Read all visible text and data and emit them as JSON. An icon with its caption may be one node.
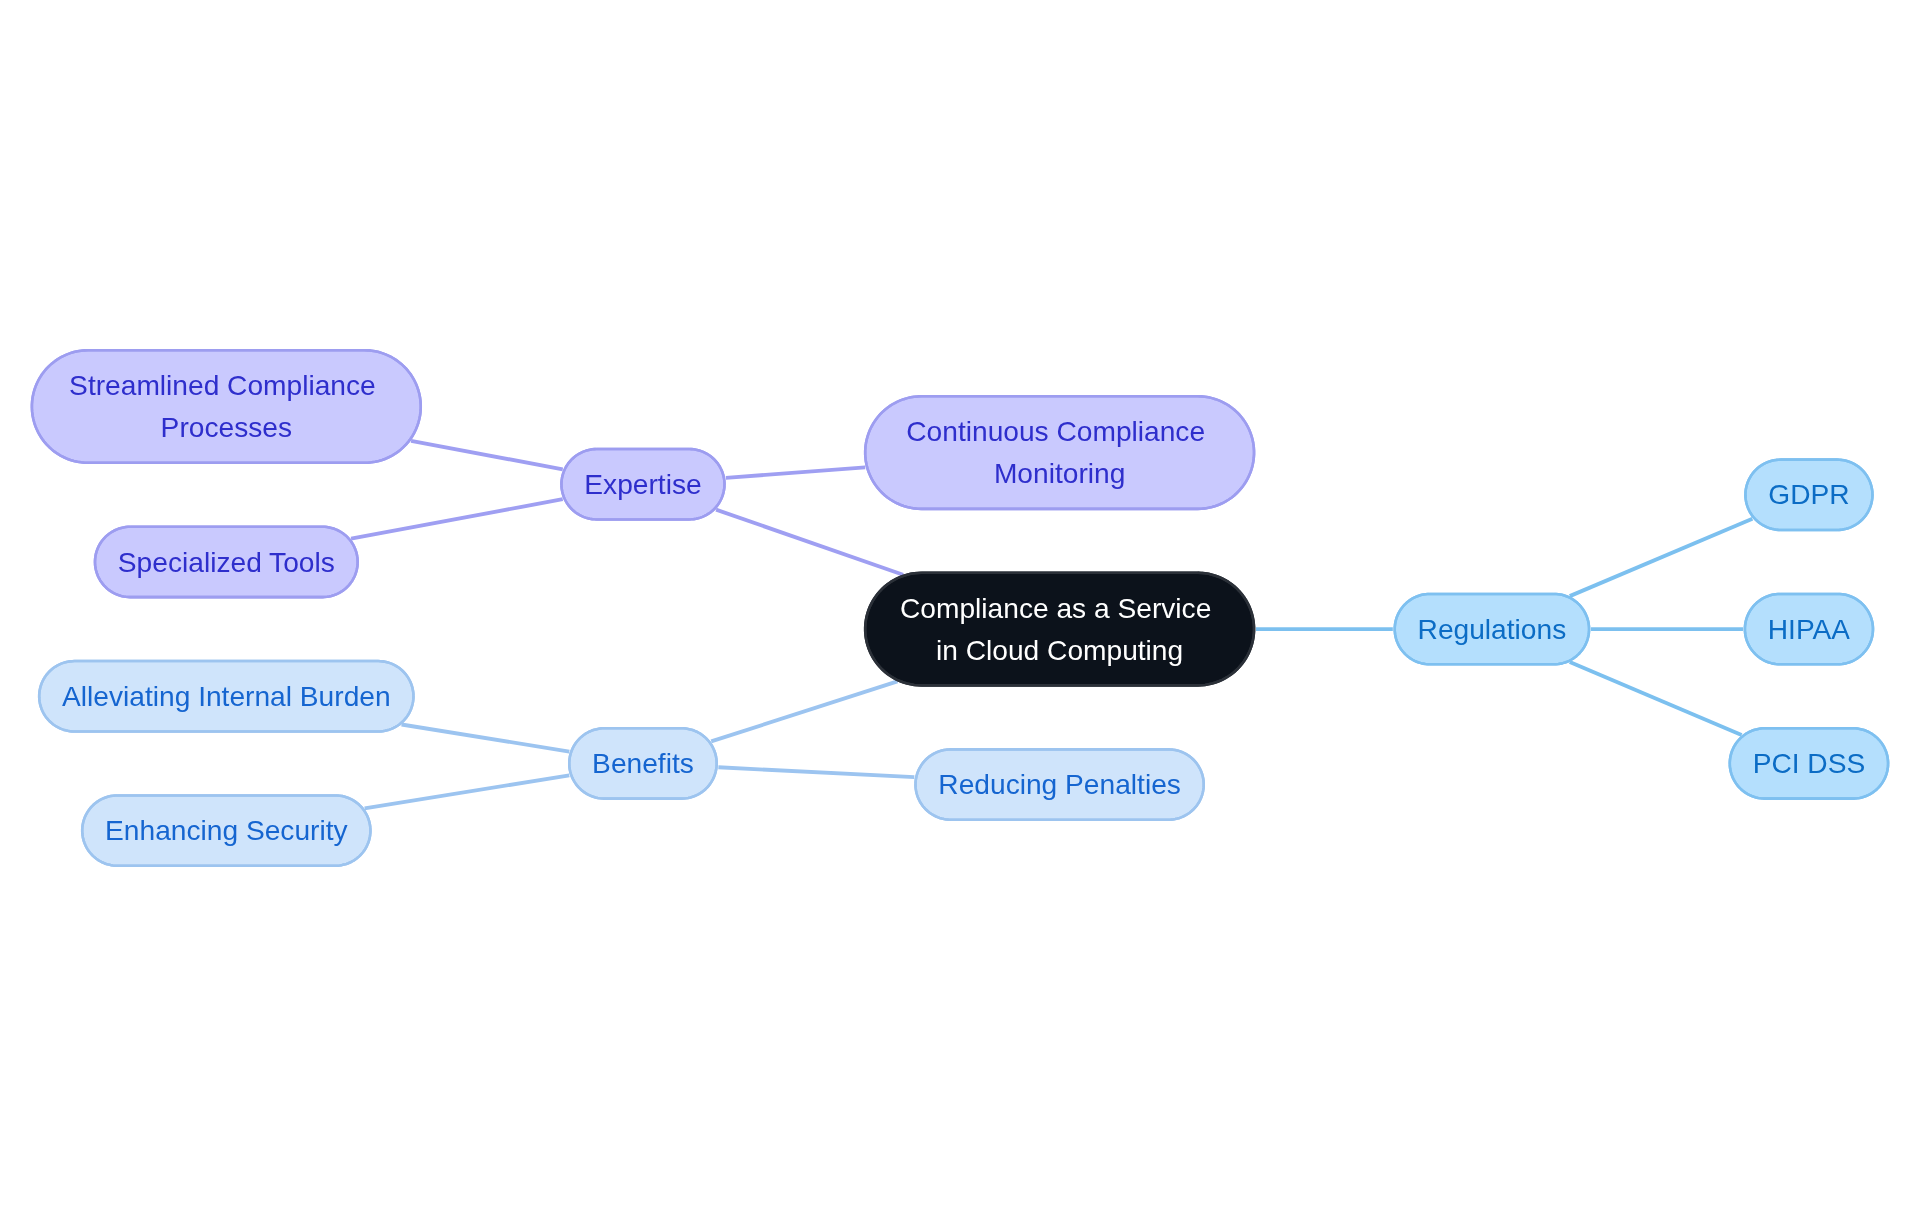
{
  "diagram": {
    "nodes": [
      {
        "text": [
          "Compliance as a Service in Cloud Computing"
        ]
      },
      {
        "text": [
          "Expertise"
        ]
      },
      {
        "text": [
          "Streamlined Compliance Processes"
        ]
      },
      {
        "text": [
          "Continuous Compliance Monitoring"
        ]
      },
      {
        "text": [
          "Specialized Tools"
        ]
      },
      {
        "text": [
          "Regulations"
        ]
      },
      {
        "text": [
          "GDPR"
        ]
      },
      {
        "text": [
          "HIPAA"
        ]
      },
      {
        "text": [
          "PCI DSS"
        ]
      },
      {
        "text": [
          "Benefits"
        ]
      },
      {
        "text": [
          "Alleviating Internal Burden"
        ]
      },
      {
        "text": [
          "Enhancing Security"
        ]
      },
      {
        "text": [
          "Reducing Penalties"
        ]
      }
    ],
    "edges": [
      {
        "from": 0,
        "to": 1,
        "arrow": "none",
        "color": "#9f9ff2"
      },
      {
        "from": 1,
        "to": 2,
        "arrow": "none",
        "color": "#9f9ff2"
      },
      {
        "from": 1,
        "to": 3,
        "arrow": "none",
        "color": "#9f9ff2"
      },
      {
        "from": 1,
        "to": 4,
        "arrow": "none",
        "color": "#9f9ff2"
      },
      {
        "from": 0,
        "to": 5,
        "arrow": "none",
        "color": "#7cc0ef"
      },
      {
        "from": 5,
        "to": 6,
        "arrow": "none",
        "color": "#7cc0ef"
      },
      {
        "from": 5,
        "to": 7,
        "arrow": "none",
        "color": "#7cc0ef"
      },
      {
        "from": 5,
        "to": 8,
        "arrow": "none",
        "color": "#7cc0ef"
      },
      {
        "from": 0,
        "to": 9,
        "arrow": "none",
        "color": "#9cc4f0"
      },
      {
        "from": 9,
        "to": 10,
        "arrow": "none",
        "color": "#9cc4f0"
      },
      {
        "from": 9,
        "to": 11,
        "arrow": "none",
        "color": "#9cc4f0"
      },
      {
        "from": 9,
        "to": 12,
        "arrow": "none",
        "color": "#9cc4f0"
      }
    ]
  }
}
